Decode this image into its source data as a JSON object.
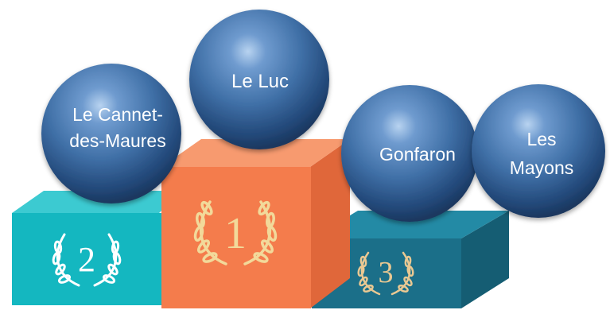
{
  "podium": {
    "first": {
      "rank": "1",
      "colors": {
        "front": "#f47c4c",
        "top": "#f79a6f",
        "side": "#e0673a",
        "laurel": "#f2d99a"
      }
    },
    "second": {
      "rank": "2",
      "colors": {
        "front": "#14b7c0",
        "top": "#3ccad1",
        "side": "#0f9fa8",
        "laurel": "#ffffff"
      }
    },
    "third": {
      "rank": "3",
      "colors": {
        "front": "#1b6f89",
        "top": "#238aa5",
        "side": "#155d73",
        "laurel": "#e9c892"
      }
    }
  },
  "balls": [
    {
      "id": "le-luc",
      "lines": [
        "Le Luc"
      ]
    },
    {
      "id": "le-cannet-des-maures",
      "lines": [
        "Le Cannet-",
        "des-Maures"
      ]
    },
    {
      "id": "gonfaron",
      "lines": [
        "Gonfaron"
      ]
    },
    {
      "id": "les-mayons",
      "lines": [
        "Les",
        "Mayons"
      ]
    }
  ],
  "ball_color": "#3f6fa6"
}
